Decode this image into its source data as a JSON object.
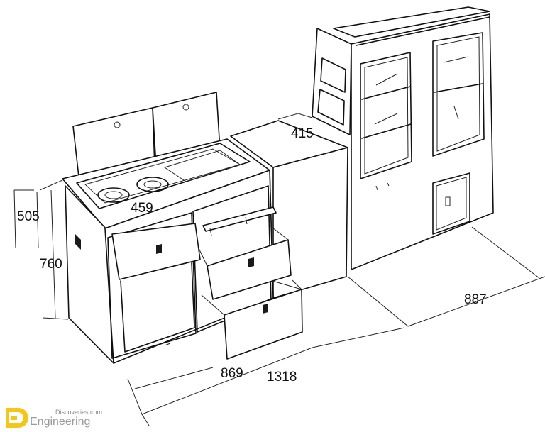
{
  "dimensions": {
    "d505": "505",
    "d760": "760",
    "d459": "459",
    "d415": "415",
    "d869": "869",
    "d1318": "1318",
    "d887": "887"
  },
  "watermark": {
    "site": "Discoveries.com",
    "brand": "Engineering",
    "accent": "#f5c518"
  }
}
